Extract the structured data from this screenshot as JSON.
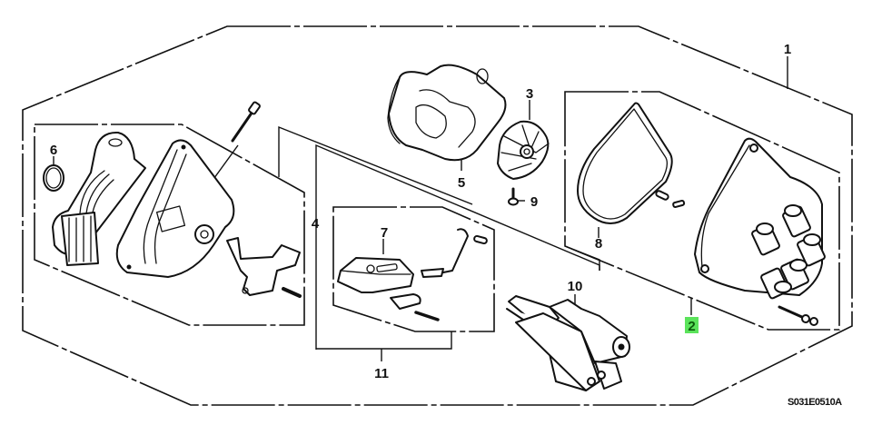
{
  "diagram": {
    "title": "Distributor Assembly Exploded View",
    "reference_code": "S031E0510A",
    "highlight_color": "#5be35b",
    "highlighted_callout": "2",
    "callouts": [
      {
        "id": "1",
        "label": "1",
        "part": "distributor-assembly"
      },
      {
        "id": "2",
        "label": "2",
        "part": "distributor-cap-set"
      },
      {
        "id": "3",
        "label": "3",
        "part": "rotor"
      },
      {
        "id": "4",
        "label": "4",
        "part": "distributor-housing-group"
      },
      {
        "id": "5",
        "label": "5",
        "part": "leak-cover"
      },
      {
        "id": "6",
        "label": "6",
        "part": "o-ring"
      },
      {
        "id": "7",
        "label": "7",
        "part": "igniter-unit"
      },
      {
        "id": "8",
        "label": "8",
        "part": "cap-seal"
      },
      {
        "id": "9",
        "label": "9",
        "part": "rotor-screw"
      },
      {
        "id": "10",
        "label": "10",
        "part": "ignition-coil"
      },
      {
        "id": "11",
        "label": "11",
        "part": "igniter-bracket-set"
      }
    ]
  }
}
